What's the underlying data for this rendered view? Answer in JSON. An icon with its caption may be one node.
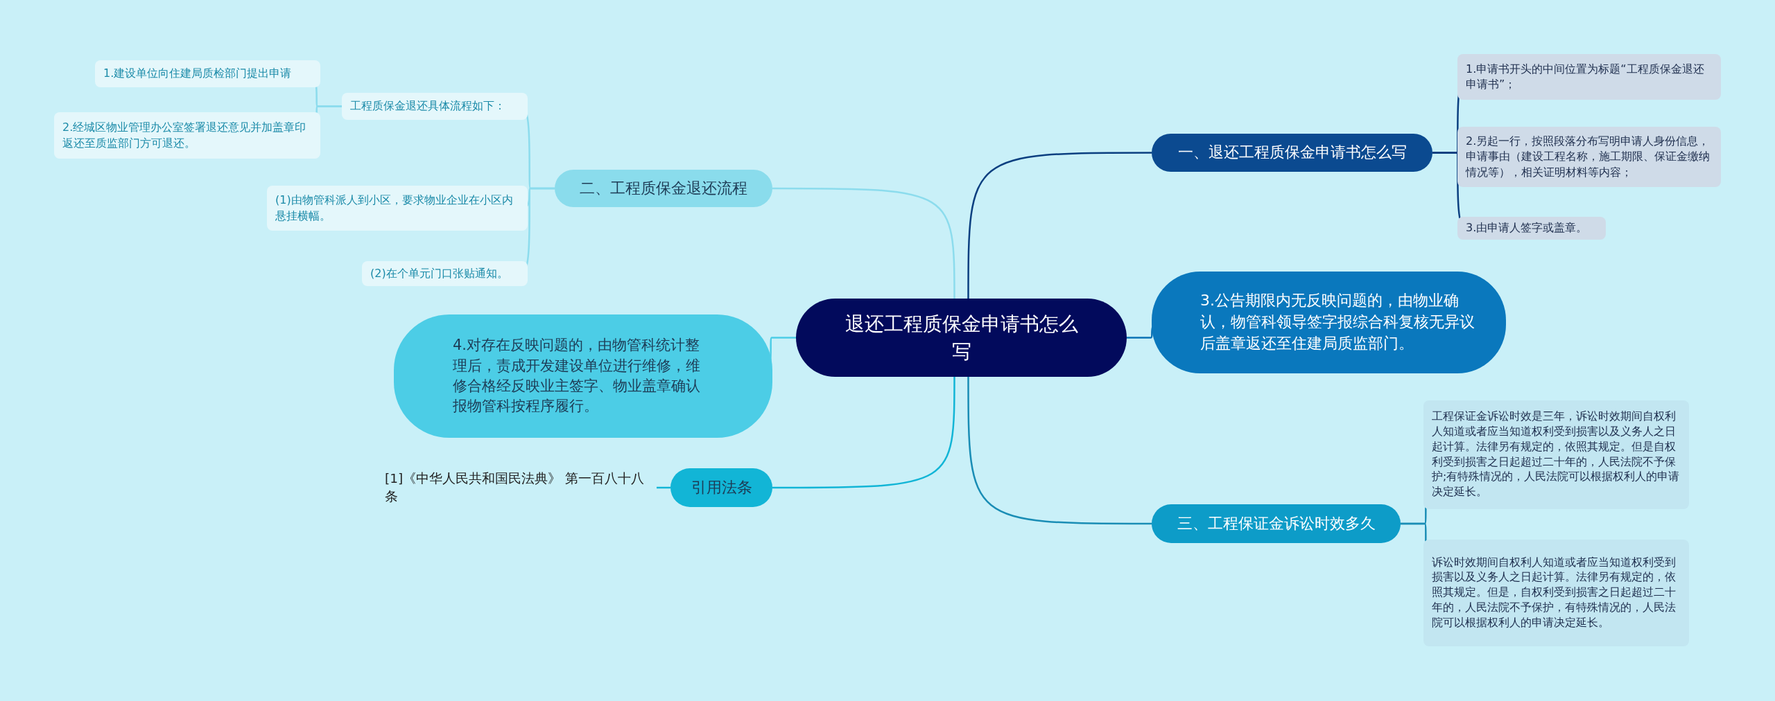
{
  "diagram": {
    "nodes": [
      {
        "text": [
          "退还工程质保金申请书怎么写"
        ]
      },
      {
        "text": [
          "一、退还工程质保金申请书怎么写"
        ]
      },
      {
        "text": [
          "1.申请书开头的中间位置为标题“工程质保金退还申请书”；"
        ]
      },
      {
        "text": [
          "2.另起一行，按照段落分布写明申请人身份信息，申请事由（建设工程名称，施工期限、保证金缴纳情况等），相关证明材料等内容；"
        ]
      },
      {
        "text": [
          "3.由申请人签字或盖章。"
        ]
      },
      {
        "text": [
          "3.公告期限内无反映问题的，由物业确认，物管科领导签字报综合科复核无异议后盖章返还至住建局质监部门。"
        ]
      },
      {
        "text": [
          "三、工程保证金诉讼时效多久"
        ]
      },
      {
        "text": [
          "工程保证金诉讼时效是三年，诉讼时效期间自权利人知道或者应当知道权利受到损害以及义务人之日起计算。法律另有规定的，依照其规定。但是自权利受到损害之日起超过二十年的，人民法院不予保护;有特殊情况的，人民法院可以根据权利人的申请决定延长。"
        ]
      },
      {
        "text": [
          "诉讼时效期间自权利人知道或者应当知道权利受到损害以及义务人之日起计算。法律另有规定的，依照其规定。但是，自权利受到损害之日起超过二十年的，人民法院不予保护，有特殊情况的，人民法院可以根据权利人的申请决定延长。"
        ]
      },
      {
        "text": [
          "二、工程质保金退还流程"
        ]
      },
      {
        "text": [
          "工程质保金退还具体流程如下："
        ]
      },
      {
        "text": [
          "1.建设单位向住建局质检部门提出申请"
        ]
      },
      {
        "text": [
          "2.经城区物业管理办公室签署退还意见并加盖章印返还至质监部门方可退还。"
        ]
      },
      {
        "text": [
          "(1)由物管科派人到小区，要求物业企业在小区内悬挂横幅。"
        ]
      },
      {
        "text": [
          "(2)在个单元门口张贴通知。"
        ]
      },
      {
        "text": [
          "4.对存在反映问题的，由物管科统计整理后，责成开发建设单位进行维修，维修合格经反映业主签字、物业盖章确认报物管科按程序履行。"
        ]
      },
      {
        "text": [
          "引用法条"
        ]
      },
      {
        "text": [
          "[1]《中华人民共和国民法典》 第一百八十八条"
        ]
      }
    ],
    "edges": [
      {
        "from": 0,
        "to": 1,
        "arrow": "none",
        "color": "#0b3f80"
      },
      {
        "from": 1,
        "to": 2,
        "arrow": "none",
        "color": "#0b3f80"
      },
      {
        "from": 1,
        "to": 3,
        "arrow": "none",
        "color": "#0b3f80"
      },
      {
        "from": 1,
        "to": 4,
        "arrow": "none",
        "color": "#0b3f80"
      },
      {
        "from": 0,
        "to": 5,
        "arrow": "none",
        "color": "#0a72b5"
      },
      {
        "from": 0,
        "to": 6,
        "arrow": "none",
        "color": "#1a8db5"
      },
      {
        "from": 6,
        "to": 7,
        "arrow": "none",
        "color": "#1a8db5"
      },
      {
        "from": 6,
        "to": 8,
        "arrow": "none",
        "color": "#1a8db5"
      },
      {
        "from": 0,
        "to": 9,
        "arrow": "none",
        "color": "#8cdced"
      },
      {
        "from": 9,
        "to": 10,
        "arrow": "none",
        "color": "#8cdced"
      },
      {
        "from": 10,
        "to": 11,
        "arrow": "none",
        "color": "#8cdced"
      },
      {
        "from": 10,
        "to": 12,
        "arrow": "none",
        "color": "#8cdced"
      },
      {
        "from": 9,
        "to": 13,
        "arrow": "none",
        "color": "#8cdced"
      },
      {
        "from": 9,
        "to": 14,
        "arrow": "none",
        "color": "#8cdced"
      },
      {
        "from": 0,
        "to": 15,
        "arrow": "none",
        "color": "#4ccde6"
      },
      {
        "from": 0,
        "to": 16,
        "arrow": "none",
        "color": "#12b5d6"
      },
      {
        "from": 16,
        "to": 17,
        "arrow": "none",
        "color": "#12b5d6"
      }
    ]
  }
}
